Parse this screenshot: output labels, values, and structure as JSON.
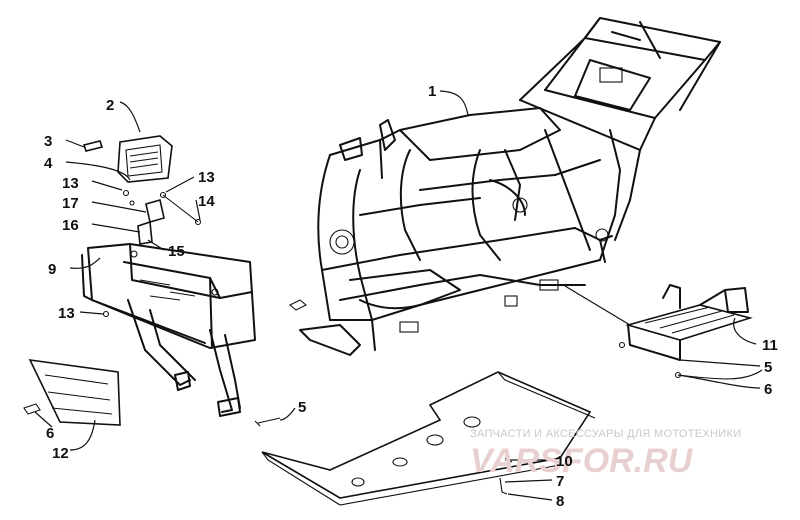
{
  "callouts": [
    {
      "id": "c1",
      "text": "1"
    },
    {
      "id": "c2",
      "text": "2"
    },
    {
      "id": "c3",
      "text": "3"
    },
    {
      "id": "c4",
      "text": "4"
    },
    {
      "id": "c13a",
      "text": "13"
    },
    {
      "id": "c13b",
      "text": "13"
    },
    {
      "id": "c17",
      "text": "17"
    },
    {
      "id": "c14",
      "text": "14"
    },
    {
      "id": "c16",
      "text": "16"
    },
    {
      "id": "c15",
      "text": "15"
    },
    {
      "id": "c9",
      "text": "9"
    },
    {
      "id": "c13c",
      "text": "13"
    },
    {
      "id": "c11",
      "text": "11"
    },
    {
      "id": "c5a",
      "text": "5"
    },
    {
      "id": "c6a",
      "text": "6"
    },
    {
      "id": "c5b",
      "text": "5"
    },
    {
      "id": "c6b",
      "text": "6"
    },
    {
      "id": "c12",
      "text": "12"
    },
    {
      "id": "c10",
      "text": "10"
    },
    {
      "id": "c7",
      "text": "7"
    },
    {
      "id": "c8",
      "text": "8"
    }
  ],
  "watermark": {
    "tagline": "ЗАПЧАСТИ И АКСЕССУАРЫ ДЛЯ МОТОТЕХНИКИ",
    "logo": "VARSFOR.RU"
  },
  "parts": [
    "frame",
    "headlight",
    "bulb",
    "headlight-bracket",
    "front-rack",
    "license-plate",
    "footrest",
    "skid-plate",
    "bolt",
    "washer",
    "nut"
  ]
}
